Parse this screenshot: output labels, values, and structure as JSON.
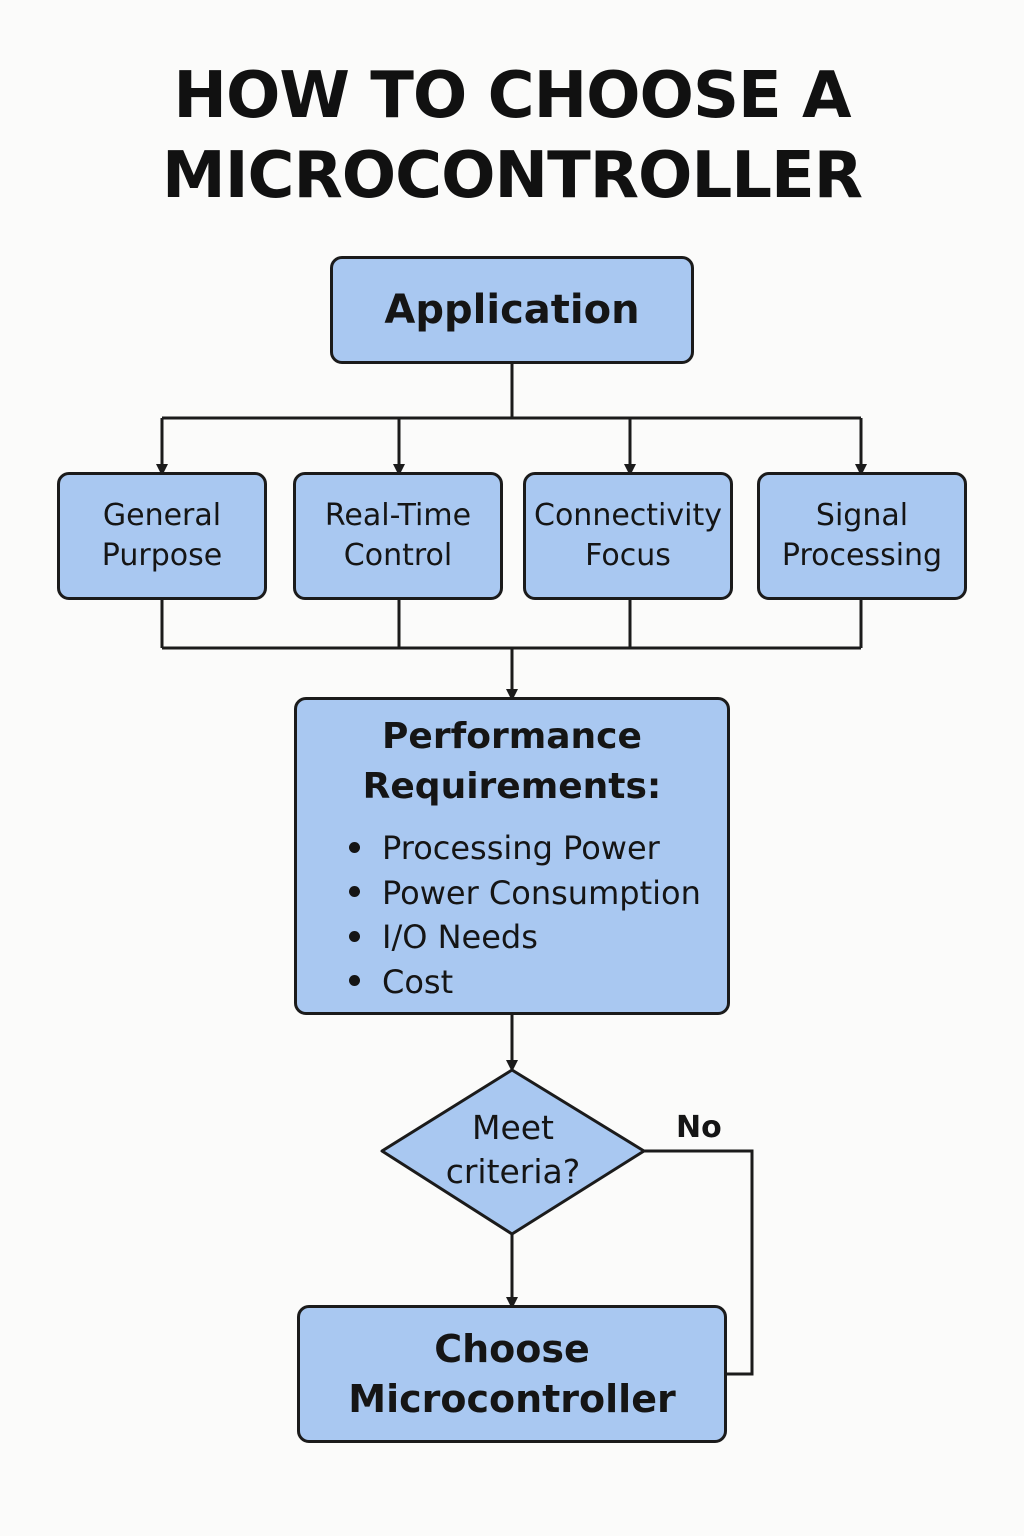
{
  "title": {
    "line1": "HOW TO CHOOSE A",
    "line2": "MICROCONTROLLER"
  },
  "nodes": {
    "application": "Application",
    "categories": [
      {
        "line1": "General",
        "line2": "Purpose"
      },
      {
        "line1": "Real-Time",
        "line2": "Control"
      },
      {
        "line1": "Connectivity",
        "line2": "Focus"
      },
      {
        "line1": "Signal",
        "line2": "Processing"
      }
    ],
    "performance": {
      "title_line1": "Performance",
      "title_line2": "Requirements:",
      "items": [
        "Processing Power",
        "Power Consumption",
        "I/O Needs",
        "Cost"
      ]
    },
    "decision": {
      "line1": "Meet",
      "line2": "criteria?"
    },
    "no_label": "No",
    "choose": {
      "line1": "Choose",
      "line2": "Microcontroller"
    }
  },
  "colors": {
    "box_fill": "#a9c8f1",
    "stroke": "#1b1b1b",
    "background": "#fbfbfa"
  }
}
